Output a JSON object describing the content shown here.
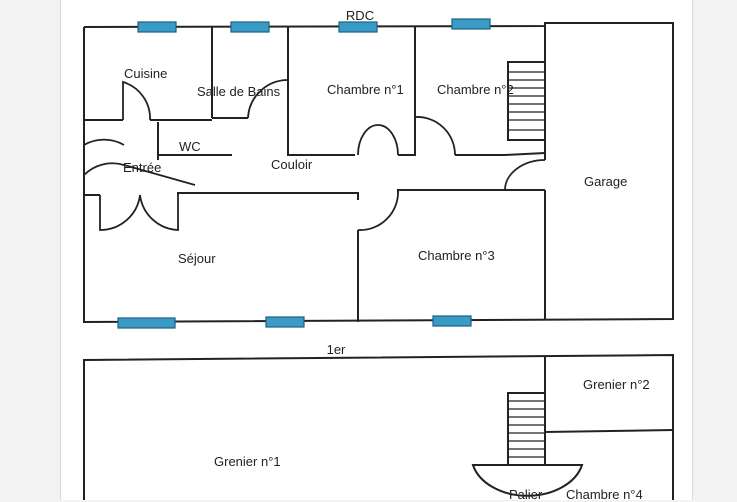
{
  "floors": {
    "ground_title": "RDC",
    "upper_title": "1er"
  },
  "rooms": {
    "cuisine": "Cuisine",
    "salle_de_bains": "Salle de Bains",
    "chambre_1": "Chambre n°1",
    "chambre_2": "Chambre n°2",
    "wc": "WC",
    "entree": "Entrée",
    "couloir": "Couloir",
    "garage": "Garage",
    "sejour": "Séjour",
    "chambre_3": "Chambre n°3",
    "grenier_1": "Grenier n°1",
    "grenier_2": "Grenier n°2",
    "palier": "Palier",
    "chambre_4": "Chambre n°4"
  },
  "colors": {
    "wall": "#222222",
    "window": "#3a9bc7",
    "window_border": "#1d5f80",
    "page": "#ffffff",
    "margin": "#f3f3f3"
  }
}
